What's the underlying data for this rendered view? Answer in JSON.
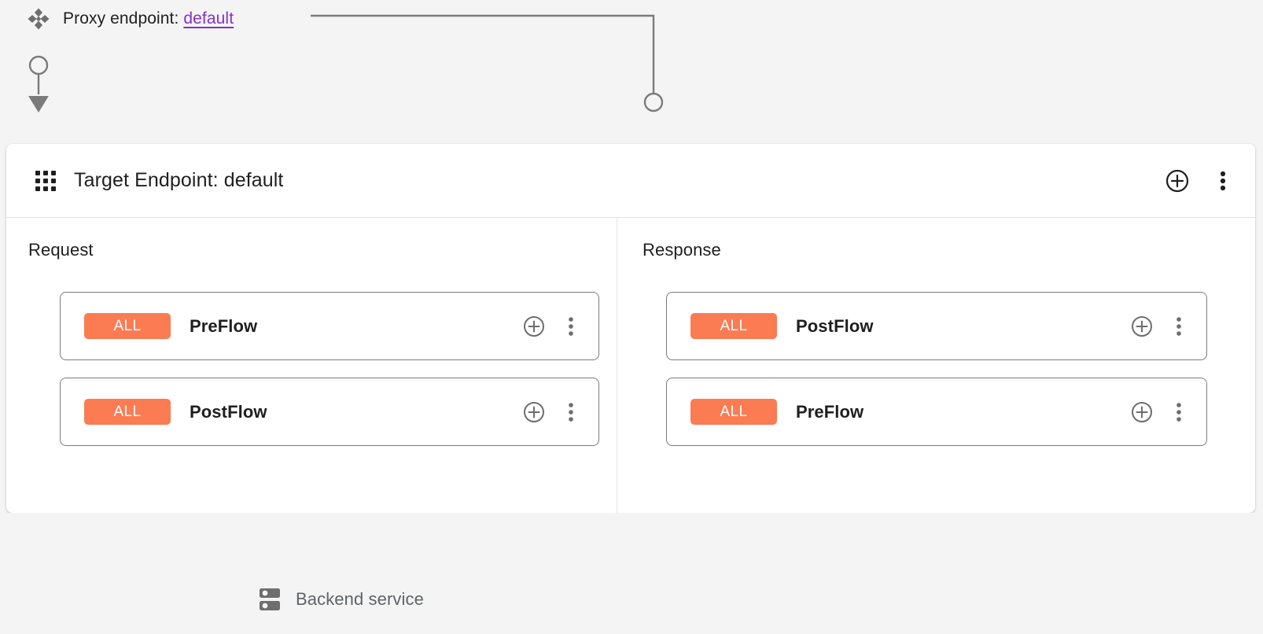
{
  "page": {
    "background_color": "#f4f4f4",
    "accent_orange": "#fb7b53",
    "link_purple": "#8430ce",
    "wire_color": "#7b7b7b"
  },
  "proxy": {
    "icon": "diamond-cluster-icon",
    "label": "Proxy endpoint:",
    "endpoint_name": "default"
  },
  "target_panel": {
    "icon": "grid-dots-icon",
    "title": "Target Endpoint: default",
    "actions": [
      {
        "name": "add-icon",
        "glyph": "plus-circle"
      },
      {
        "name": "more-options-icon",
        "glyph": "kebab"
      }
    ],
    "columns": [
      {
        "key": "request",
        "label": "Request",
        "flows": [
          {
            "badge": "ALL",
            "name": "PreFlow"
          },
          {
            "badge": "ALL",
            "name": "PostFlow"
          }
        ]
      },
      {
        "key": "response",
        "label": "Response",
        "flows": [
          {
            "badge": "ALL",
            "name": "PostFlow"
          },
          {
            "badge": "ALL",
            "name": "PreFlow"
          }
        ]
      }
    ],
    "card_actions": [
      {
        "name": "add-policy-icon",
        "glyph": "plus-circle"
      },
      {
        "name": "flow-more-options-icon",
        "glyph": "kebab"
      }
    ]
  },
  "backend": {
    "icon": "server-icon",
    "label": "Backend service"
  }
}
